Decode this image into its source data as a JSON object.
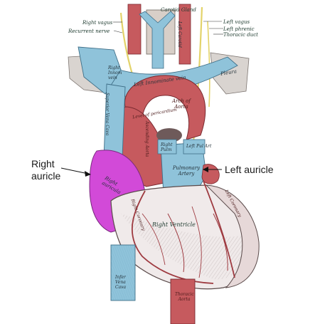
{
  "colors": {
    "artery_red": "#c65a5e",
    "artery_dark": "#9e3a40",
    "vein_blue": "#8fc3da",
    "vein_dark": "#5f9ab6",
    "auricle_magenta": "#d24ad8",
    "nerve_yellow": "#e3d36a",
    "ventricle_shade": "#f0eaea",
    "pleura_gray": "#d9d4d0"
  },
  "labels": {
    "carotid_gland": "Carotid Gland",
    "right_vagus": "Right vagus",
    "recurrent_nerve": "Recurrent nerve",
    "left_vagus": "Left vagus",
    "left_phrenic": "Left phrenic",
    "thoracic_duct": "Thoracic duct",
    "right_innom_vein": "Right Innom vein",
    "left_innominate_vein": "Left Innominate vein",
    "pleura": "Pleura",
    "superior_vena_cava": "Superior Vena Cava",
    "arch_of_aorta": "Arch of Aorta",
    "level_of_pericardium": "Level of pericardium",
    "ascending_aorta": "Ascending Aorta",
    "right_pulm": "Right Pulm",
    "left_pul_art": "Left Pul Art",
    "right_auricula": "Right auricula",
    "pulmonary_artery": "Pulmonary Artery",
    "right_ventricle": "Right Ventricle",
    "left_coronary": "Left Coronary",
    "right_coronary": "Right Coronary",
    "inferior_vena_cava": "Infer Vena Cava",
    "thoracic_aorta": "Thoracic Aorta",
    "left_carotid": "Left Carotid",
    "right_auricle_annotation": "Right auricle",
    "left_auricle_annotation": "Left auricle"
  }
}
